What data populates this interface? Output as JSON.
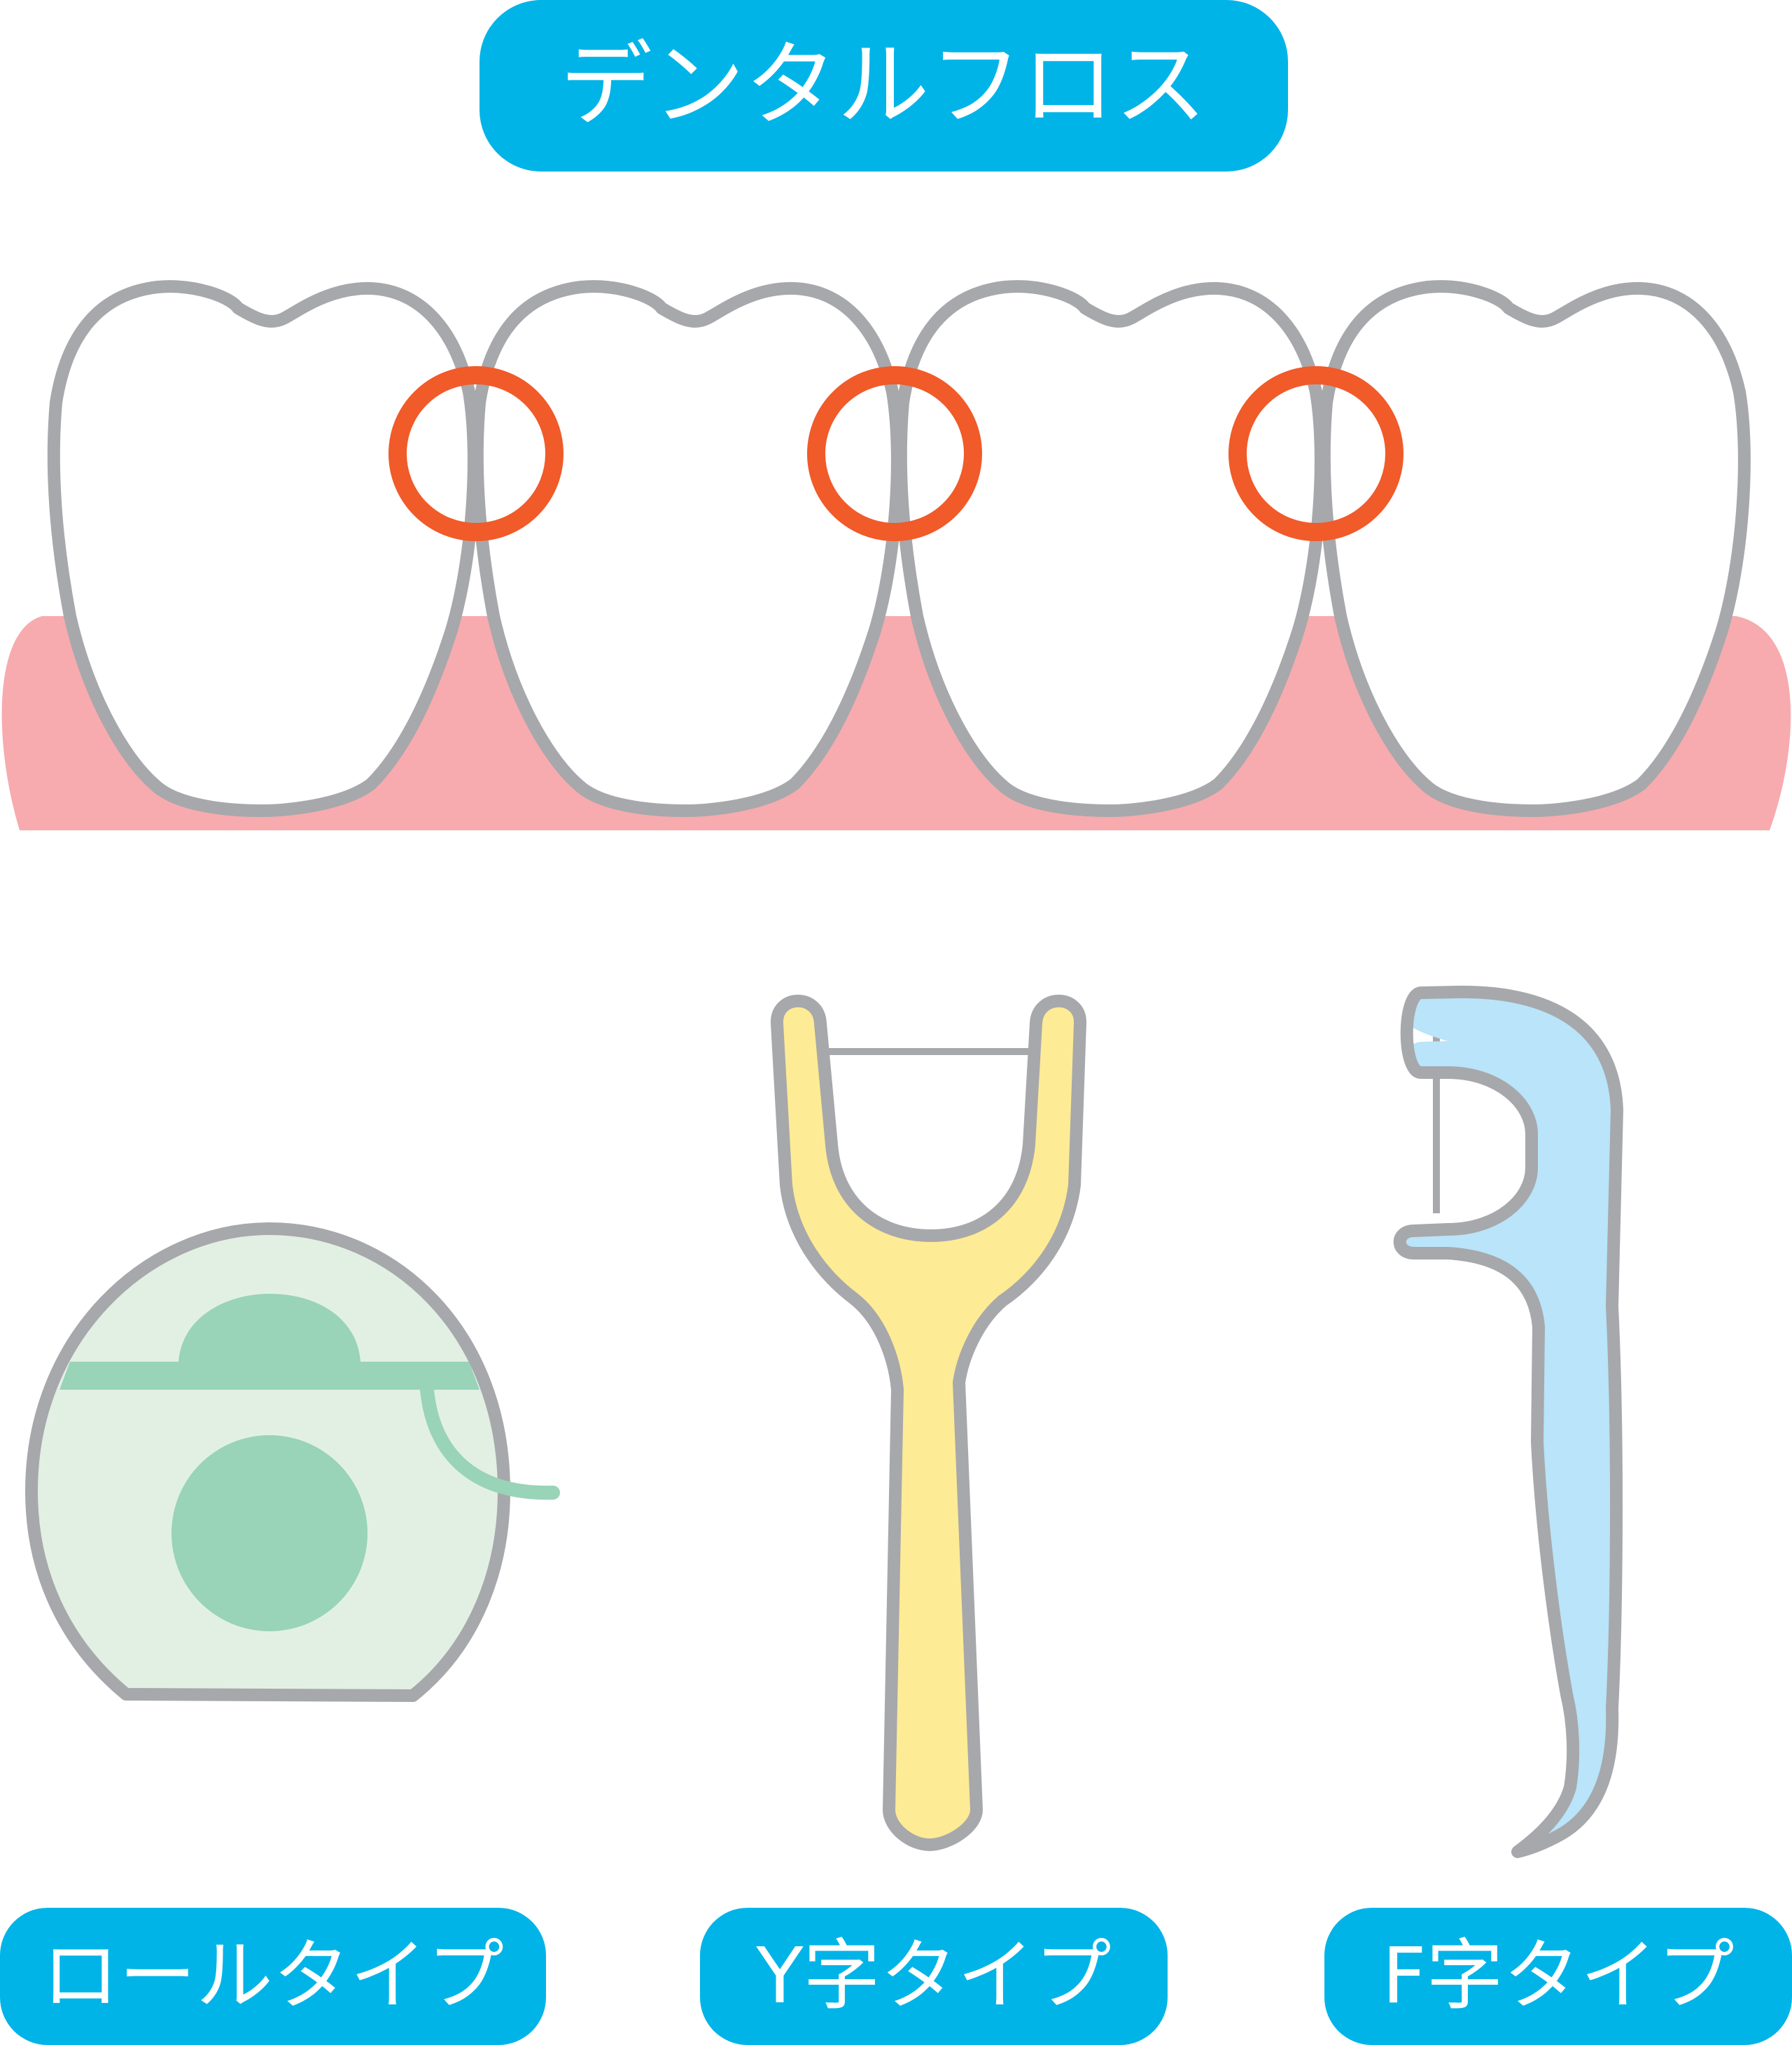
{
  "title": "デンタルフロス",
  "types": [
    {
      "id": "roll",
      "label": "ロールタイプ"
    },
    {
      "id": "y",
      "label": "Y字タイプ"
    },
    {
      "id": "f",
      "label": "F字タイプ"
    }
  ],
  "colors": {
    "label_bg": "#00b4e8",
    "label_text": "#ffffff",
    "outline": "#a7a8ab",
    "gum": "#f7abae",
    "highlight": "#f15a29",
    "roll_body": "#e2f0e4",
    "roll_accent": "#99d3b8",
    "y_handle": "#feeb95",
    "f_handle": "#b9e4f9"
  },
  "icons": {
    "teeth": "teeth-row-illustration",
    "roll": "floss-roll-icon",
    "y": "y-shaped-floss-pick-icon",
    "f": "f-shaped-floss-pick-icon"
  }
}
